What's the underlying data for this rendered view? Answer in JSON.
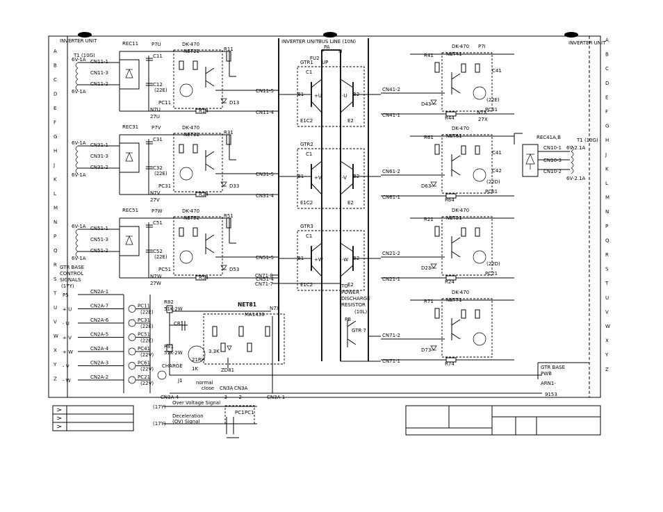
{
  "border": {
    "left_letters": [
      "A",
      "B",
      "C",
      "D",
      "E",
      "F",
      "G",
      "H",
      "J",
      "K",
      "L",
      "M",
      "N",
      "P",
      "Q",
      "R",
      "S",
      "T",
      "U",
      "V",
      "W",
      "X",
      "Y",
      "Z"
    ],
    "right_letters": [
      "A",
      "B",
      "C",
      "D",
      "E",
      "F",
      "G",
      "H",
      "J",
      "K",
      "L",
      "M",
      "N",
      "P",
      "Q",
      "R",
      "S",
      "T",
      "U",
      "V",
      "W",
      "X",
      "Y",
      "Z"
    ]
  },
  "header": {
    "inverter_unit_left": "INVERTER UNIT",
    "inverter_unit_center": "INVERTER UNIT",
    "bus_line": "BUS LINE (10N)",
    "inverter_unit_right": "INVERTER UNIT",
    "t1_left": "T1 (10G)",
    "t1_right": "T1 (10G)"
  },
  "blocks_left": [
    {
      "rec": "REC11",
      "p": "P7U",
      "dk": "DK-470",
      "net": "NET11",
      "r": "R11",
      "c1": "C11",
      "c2": "C12",
      "c2v": "(22E)",
      "pc": "PC11",
      "rb": "R14",
      "d": "D13",
      "n": "N7U",
      "v": "27U",
      "cn_a": "CN11-1",
      "cn_b": "CN11-3",
      "cn_c": "CN11-2",
      "cn_out1": "CN11-5",
      "cn_out2": "CN11-4",
      "v1": "6V-1A",
      "v2": "6V-1A"
    },
    {
      "rec": "REC31",
      "p": "P7V",
      "dk": "DK-470",
      "net": "NET31",
      "r": "R31",
      "c1": "C31",
      "c2": "C32",
      "c2v": "(22E)",
      "pc": "PC31",
      "rb": "R34",
      "d": "D33",
      "n": "N7V",
      "v": "27V",
      "cn_a": "CN31-1",
      "cn_b": "CN31-3",
      "cn_c": "CN31-2",
      "cn_out1": "CN31-5",
      "cn_out2": "CN31-4",
      "v1": "6V-1A",
      "v2": "6V-1A"
    },
    {
      "rec": "REC51",
      "p": "P7W",
      "dk": "DK-470",
      "net": "NET51",
      "r": "R51",
      "c1": "C51",
      "c2": "C52",
      "c2v": "(22E)",
      "pc": "PC51",
      "rb": "R54",
      "d": "D53",
      "n": "N7W",
      "v": "27W",
      "cn_a": "CN51-1",
      "cn_b": "CN51-3",
      "cn_c": "CN51-2",
      "cn_out1": "CN51-5",
      "cn_out2": "CN51-4",
      "v1": "6V-1A",
      "v2": "6V-1A"
    }
  ],
  "gtr": [
    {
      "name": "GTR1",
      "c": "C1",
      "b1": "B1",
      "plus": "+U",
      "minus": "-U",
      "b2": "B2",
      "e1": "E1C2",
      "e2": "E2"
    },
    {
      "name": "GTR2",
      "c": "C1",
      "b1": "B1",
      "plus": "+V",
      "minus": "-V",
      "b2": "B2",
      "e1": "E1C2",
      "e2": "E2"
    },
    {
      "name": "GTR3",
      "c": "C1",
      "b1": "B1",
      "plus": "+W",
      "minus": "-W",
      "b2": "B2",
      "e1": "E1C2",
      "e2": "E2"
    }
  ],
  "bus": {
    "fu": "FU2",
    "p": "P",
    "n": "N",
    "pa": "PA",
    "up": "UP"
  },
  "blocks_right": [
    {
      "r": "R41",
      "dk": "DK-470",
      "net": "NET41",
      "p": "P7I",
      "c": "C41",
      "pc": "PC41",
      "pcv": "(22E)",
      "rb": "R44",
      "d": "D43",
      "n": "N7X",
      "v": "27X",
      "cn_out1": "CN41-2",
      "cn_out2": "CN41-1"
    },
    {
      "r": "R61",
      "dk": "DK-470",
      "net": "NET61",
      "c1": "C41",
      "c2": "C42",
      "pc": "PC61",
      "pcv": "(22D)",
      "rb": "R64",
      "d": "D63",
      "cn_out1": "CN61-2",
      "cn_out2": "CN61-1"
    },
    {
      "r": "R21",
      "dk": "DK-470",
      "net": "NET21",
      "pc": "PC21",
      "pcv": "(22D)",
      "rb": "R24",
      "d": "D23",
      "cn_out1": "CN21-2",
      "cn_out2": "CN21-1"
    },
    {
      "r": "R71",
      "dk": "DK-470",
      "net": "NET71",
      "rb": "R74",
      "d": "D73",
      "cn_out1": "CN71-2",
      "cn_out2": "CN71-1"
    }
  ],
  "right_rec": {
    "name": "REC41A,B",
    "cn1": "CN10-1",
    "cn2": "CN10-3",
    "cn3": "CN10-2",
    "v1": "6V-2.1A",
    "v2": "6V-2.1A"
  },
  "discharge": {
    "to": "TO",
    "text1": "POWER",
    "text2": "DISCHARGE",
    "text3": "RESISTOR",
    "text4": "(10L)",
    "pb": "PB",
    "gtr7": "GTR 7",
    "cn71_8": "CN71-8",
    "cn71_7": "CN71-7"
  },
  "gtr_base_signals": {
    "title1": "GTR BASE",
    "title2": "CONTROL",
    "title3": "SIGNALS",
    "code": "(17Y)",
    "rows": [
      {
        "sig": "P5",
        "cn": "CN2A-1"
      },
      {
        "sig": "+ U",
        "cn": "CN2A-7",
        "pc": "PC11",
        "pv": "(22E)"
      },
      {
        "sig": "- U",
        "cn": "CN2A-6",
        "pc": "PC31",
        "pv": "(22E)"
      },
      {
        "sig": "+ V",
        "cn": "CN2A-5",
        "pc": "PC51",
        "pv": "(22E)"
      },
      {
        "sig": "+ W",
        "cn": "CN2A-4",
        "pc": "PC41",
        "pv": "(22V)"
      },
      {
        "sig": "- V",
        "cn": "CN2A-3",
        "pc": "PC61",
        "pv": "(22V)"
      },
      {
        "sig": "- W",
        "cn": "CN2A-2",
        "pc": "PC21",
        "pv": "(22V)"
      }
    ]
  },
  "net81": {
    "name": "NET81",
    "ic": "MA1438",
    "r82": "R82",
    "r82v": "51K-2W",
    "r81": "R81",
    "r81v": "51K-2W",
    "cb1": "CB1",
    "charge": "CHARGE",
    "j1": "J1",
    "normal": "normal",
    "close": "close",
    "n7x": "N7X",
    "rl": "21RH",
    "k1": "1K",
    "zd": "ZD81",
    "tr": "3.3K"
  },
  "connectors": {
    "cn3a_4": "CN3A-4",
    "cn3a_3": "CN3A",
    "cn3a_2": "CN3A",
    "cn3a_1": "CN3A-1",
    "m3": "-3",
    "m2": "-2"
  },
  "signals": {
    "ov": "Over Voltage Signal",
    "ov_code": "(17Y)",
    "decel": "Deceleration",
    "decel2": "(OV) Signal",
    "decel_code": "(17Y)",
    "pc1a": "PC1",
    "pc1b": "PC1"
  },
  "gtr_base_pwb": {
    "l1": "GTR BASE",
    "l2": "PWB",
    "l3": "ARN1-",
    "l4": "9153"
  }
}
